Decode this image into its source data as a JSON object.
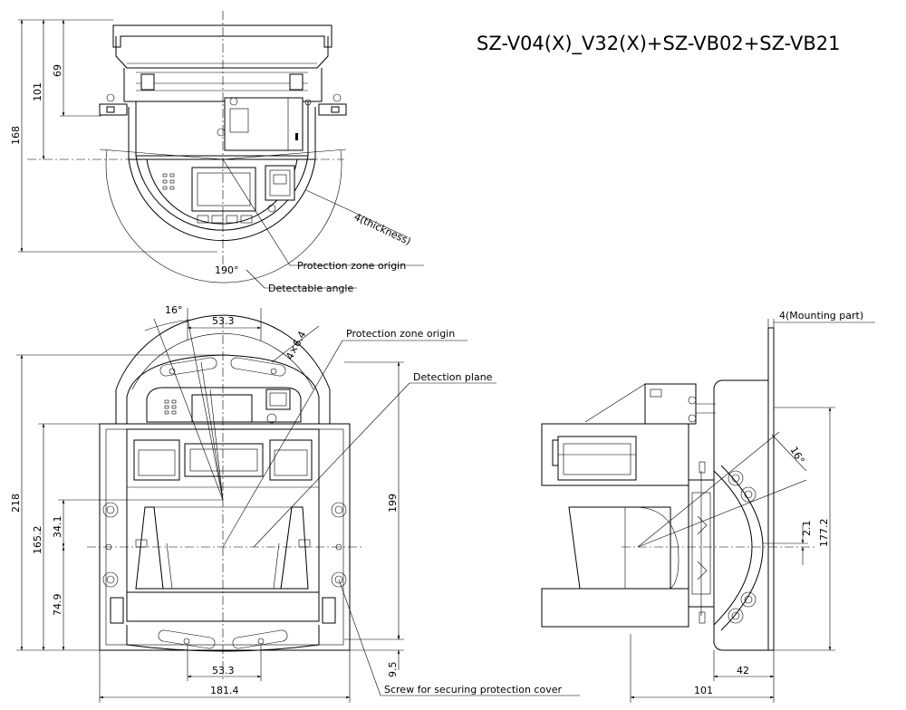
{
  "title": "SZ-V04(X)_V32(X)+SZ-VB02+SZ-VB21",
  "top_view": {
    "dims": {
      "d101": "101",
      "d69": "69",
      "d168": "168"
    },
    "angle": "190°",
    "labels": {
      "thickness": "4(thickness)",
      "origin": "Protection zone origin",
      "detectable": "Detectable angle"
    }
  },
  "front_view": {
    "dims": {
      "d16deg": "16°",
      "d53_top": "53.3",
      "d4x64": "4×6.4",
      "d218": "218",
      "d165": "165.2",
      "d341": "34.1",
      "d749": "74.9",
      "d199": "199",
      "d95": "9.5",
      "d53_bot": "53.3",
      "d181": "181.4"
    },
    "labels": {
      "origin": "Protection zone origin",
      "plane": "Detection plane",
      "screw": "Screw for securing protection cover"
    }
  },
  "side_view": {
    "dims": {
      "d16deg": "16°",
      "d21": "2.1",
      "d177": "177.2",
      "d42": "42",
      "d101": "101"
    },
    "labels": {
      "mounting": "4(Mounting part)"
    }
  }
}
